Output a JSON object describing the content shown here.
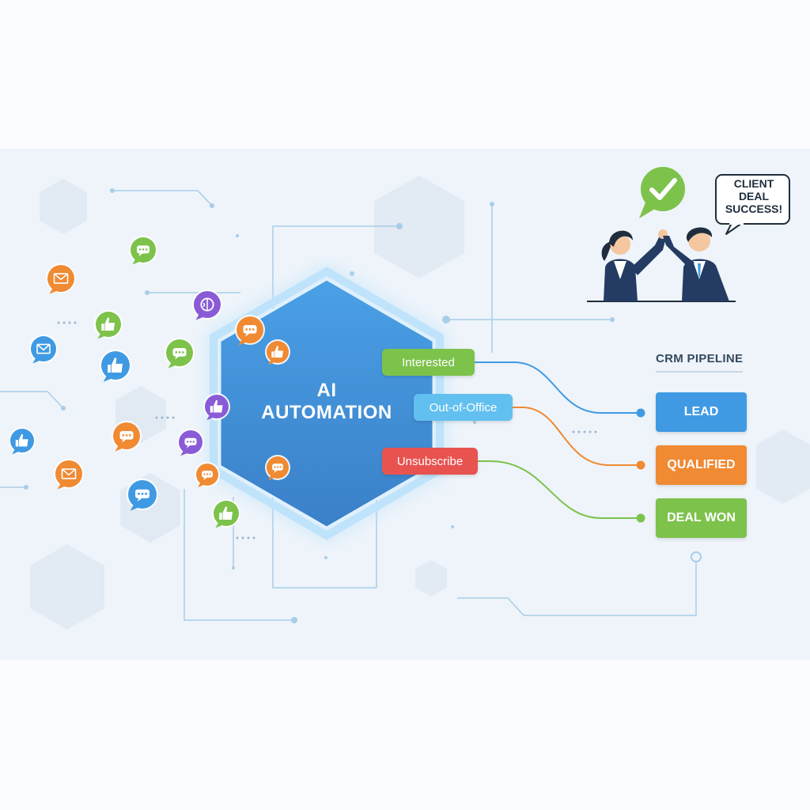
{
  "core": {
    "line1": "AI",
    "line2": "AUTOMATION"
  },
  "classifications": [
    {
      "label": "Interested",
      "color": "#7dc24b"
    },
    {
      "label": "Out-of-Office",
      "color": "#62c0f0"
    },
    {
      "label": "Unsubscribe",
      "color": "#e8534f"
    }
  ],
  "pipeline": {
    "title": "CRM PIPELINE",
    "stages": [
      {
        "label": "LEAD",
        "color": "#3f9ae3"
      },
      {
        "label": "QUALIFIED",
        "color": "#f08a33"
      },
      {
        "label": "DEAL WON",
        "color": "#7dc24b"
      }
    ]
  },
  "success": {
    "line1": "CLIENT",
    "line2": "DEAL",
    "line3": "SUCCESS!",
    "check_color": "#7dc24b"
  },
  "icons": [
    {
      "name": "chat-icon",
      "color": "#7dc24b"
    },
    {
      "name": "mail-icon",
      "color": "#f08a33"
    },
    {
      "name": "brain-icon",
      "color": "#8a5bd6"
    },
    {
      "name": "thumbs-up-icon",
      "color": "#7dc24b"
    },
    {
      "name": "mail-icon",
      "color": "#3f9ae3"
    },
    {
      "name": "chat-icon",
      "color": "#7dc24b"
    },
    {
      "name": "thumbs-up-icon",
      "color": "#3f9ae3"
    },
    {
      "name": "chat-icon",
      "color": "#f08a33"
    },
    {
      "name": "thumbs-up-icon",
      "color": "#f08a33"
    },
    {
      "name": "thumbs-up-icon",
      "color": "#8a5bd6"
    },
    {
      "name": "thumbs-up-icon",
      "color": "#3f9ae3"
    },
    {
      "name": "chat-icon",
      "color": "#f08a33"
    },
    {
      "name": "chat-icon",
      "color": "#8a5bd6"
    },
    {
      "name": "mail-icon",
      "color": "#f08a33"
    },
    {
      "name": "chat-icon",
      "color": "#f08a33"
    },
    {
      "name": "chat-icon",
      "color": "#3f9ae3"
    },
    {
      "name": "thumbs-up-icon",
      "color": "#7dc24b"
    },
    {
      "name": "chat-icon",
      "color": "#f08a33"
    }
  ]
}
